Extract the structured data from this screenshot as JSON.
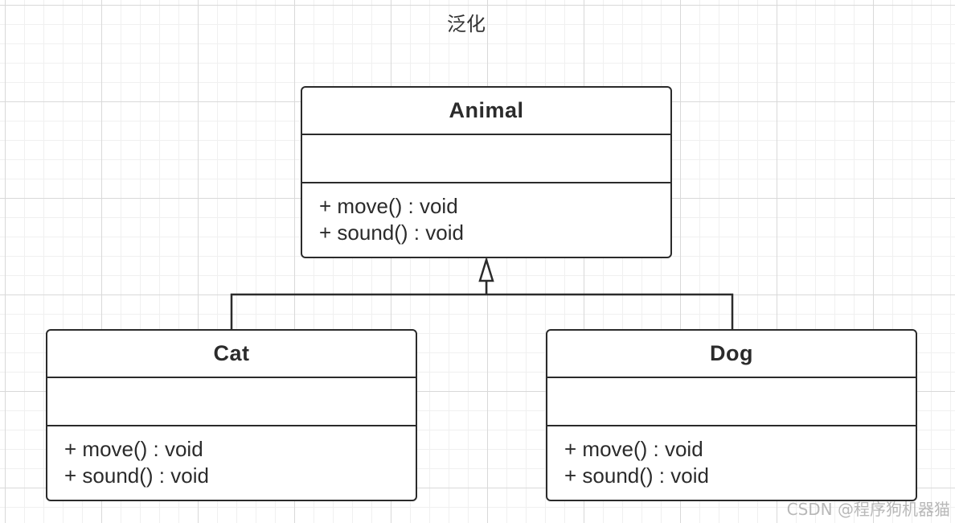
{
  "diagram": {
    "title": "泛化",
    "classes": [
      {
        "name": "Animal",
        "operations": [
          "+ move() : void",
          "+ sound() : void"
        ]
      },
      {
        "name": "Cat",
        "operations": [
          "+ move() : void",
          "+ sound() : void"
        ]
      },
      {
        "name": "Dog",
        "operations": [
          "+ move() : void",
          "+ sound() : void"
        ]
      }
    ],
    "relation": {
      "type": "generalization",
      "parent": "Animal",
      "children": [
        "Cat",
        "Dog"
      ]
    },
    "colors": {
      "stroke": "#2b2b2b",
      "grid": "#d9d9d9"
    }
  },
  "watermark": "CSDN @程序狗机器猫"
}
